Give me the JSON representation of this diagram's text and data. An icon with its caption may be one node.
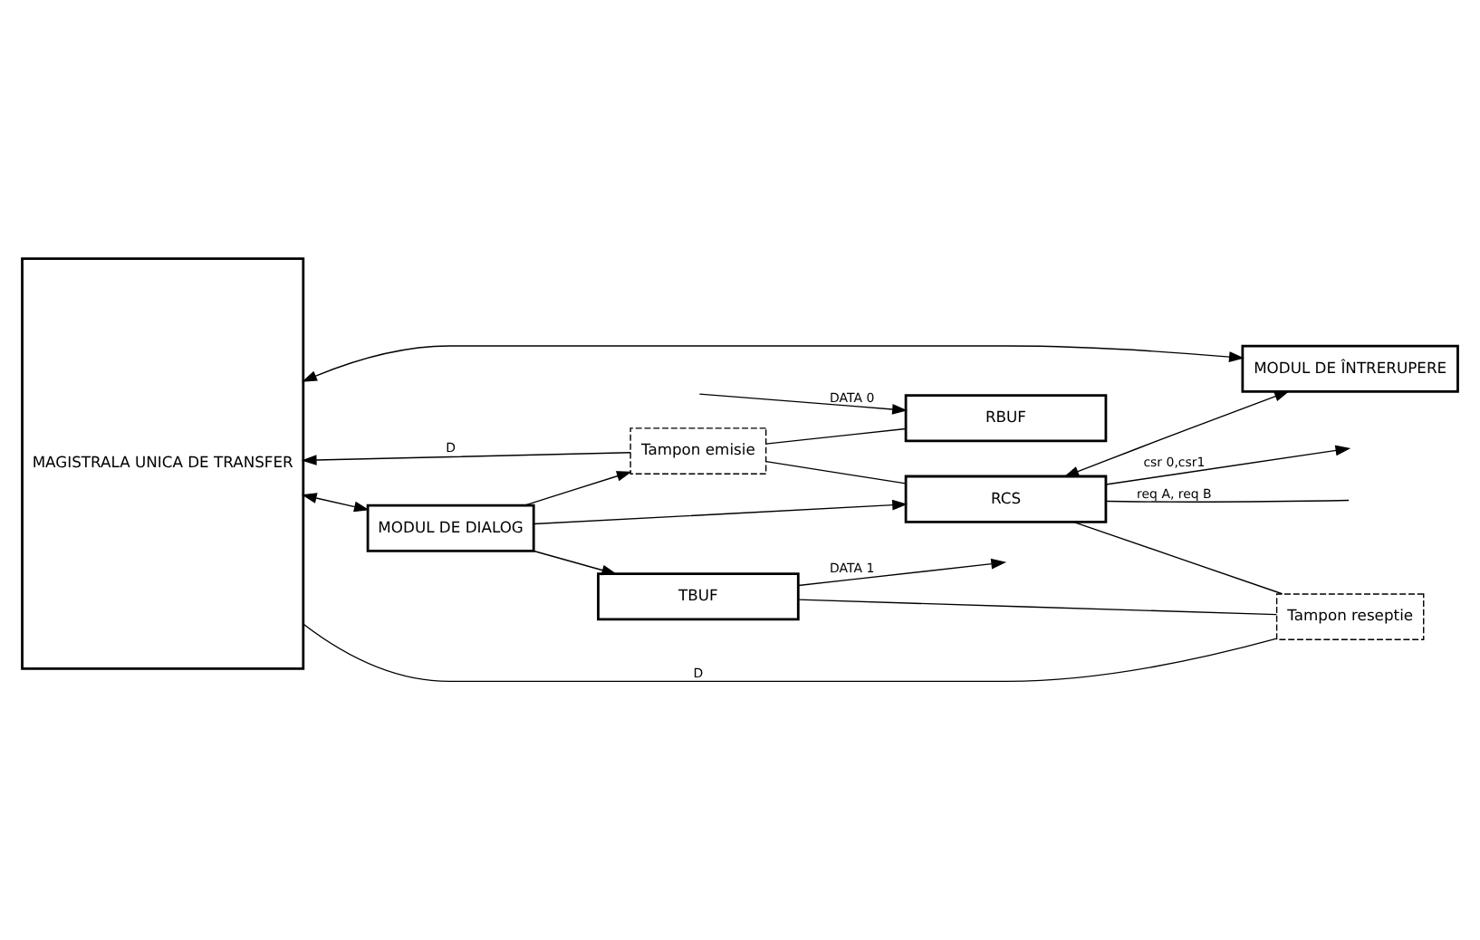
{
  "diagram": {
    "nodes": [
      {
        "text": [
          "MAGISTRALA UNICA DE TRANSFER"
        ]
      },
      {
        "text": [
          "MODUL DE ÎNTRERUPERE"
        ]
      },
      {
        "text": [
          "MODUL DE DIALOG"
        ]
      },
      {
        "text": [
          "RCS"
        ]
      },
      {
        "text": [
          "RBUF"
        ]
      },
      {
        "text": [
          "TBUF"
        ]
      },
      {
        "text": [
          "Tampon emisie"
        ]
      },
      {
        "text": [
          "Tampon reseptie"
        ]
      }
    ],
    "edges": [
      {
        "from": 6,
        "to": 0,
        "arrow": "to",
        "label": "D"
      },
      {
        "from": 0,
        "to": 1,
        "arrow": "both"
      },
      {
        "from": 0,
        "to": 2,
        "arrow": "both"
      },
      {
        "from": 3,
        "to": 1,
        "arrow": "both"
      },
      {
        "from": 2,
        "to": 6,
        "arrow": "to"
      },
      {
        "from": 2,
        "to": 3,
        "arrow": "to"
      },
      {
        "from": 2,
        "to": 5,
        "arrow": "to"
      },
      {
        "from": 6,
        "to": 3,
        "arrow": "none"
      },
      {
        "from": 6,
        "to": 4,
        "arrow": "none"
      },
      {
        "from": 3,
        "to": 7,
        "arrow": "none"
      },
      {
        "from": 5,
        "to": 7,
        "arrow": "none"
      },
      {
        "from": 7,
        "to": 0,
        "arrow": "none",
        "label": "D"
      },
      {
        "from": 3,
        "to": null,
        "arrow": "none",
        "label": "req A, req B"
      },
      {
        "from": 3,
        "to": null,
        "arrow": "to",
        "label": "csr 0,csr1"
      },
      {
        "from": null,
        "to": 4,
        "arrow": "to",
        "label": "DATA 0"
      },
      {
        "from": 5,
        "to": null,
        "arrow": "to",
        "label": "DATA 1"
      }
    ]
  }
}
